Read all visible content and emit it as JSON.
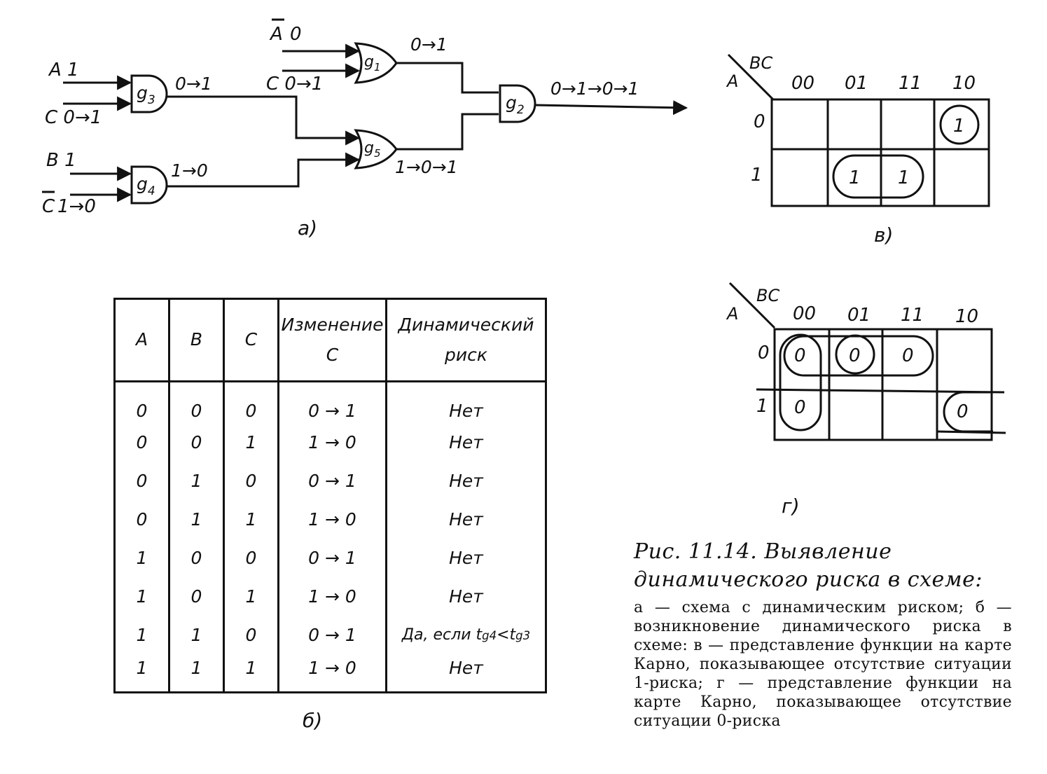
{
  "circuit": {
    "sublabel": "а)",
    "gates": [
      "g",
      "1",
      "g",
      "2",
      "g",
      "3",
      "g",
      "4",
      "g",
      "5"
    ],
    "inputs": {
      "g3_a": "A  1",
      "g3_c": "C  0→1",
      "g4_b": "B  1",
      "g4_c_bar": "C",
      "g4_c_val": "1→0",
      "g1_a_bar": "A",
      "g1_a_val": "0",
      "g1_c": "C  0→1"
    },
    "signals": {
      "g3_out": "0→1",
      "g4_out": "1→0",
      "g1_out": "0→1",
      "g5_out": "1→0→1",
      "g2_out": "0→1→0→1"
    }
  },
  "kmap_v": {
    "sublabel": "в)",
    "row_var": "A",
    "col_var": "BC",
    "col_headers": [
      "00",
      "01",
      "11",
      "10"
    ],
    "row_headers": [
      "0",
      "1"
    ],
    "cells": [
      "1",
      "1",
      "1"
    ]
  },
  "kmap_g": {
    "sublabel": "г)",
    "row_var": "A",
    "col_var": "BC",
    "col_headers": [
      "00",
      "01",
      "11",
      "10"
    ],
    "row_headers": [
      "0",
      "1"
    ],
    "cells": [
      "0",
      "0",
      "0",
      "0",
      "0"
    ]
  },
  "table": {
    "sublabel": "б)",
    "headers": [
      "A",
      "B",
      "C",
      "Изменение C",
      "Динамический риск"
    ],
    "rows": [
      [
        "0",
        "0",
        "0",
        "0 → 1",
        "Нет"
      ],
      [
        "0",
        "0",
        "1",
        "1 → 0",
        "Нет"
      ],
      [
        "0",
        "1",
        "0",
        "0 → 1",
        "Нет"
      ],
      [
        "0",
        "1",
        "1",
        "1 → 0",
        "Нет"
      ],
      [
        "1",
        "0",
        "0",
        "0 → 1",
        "Нет"
      ],
      [
        "1",
        "0",
        "1",
        "1 → 0",
        "Нет"
      ],
      [
        "1",
        "1",
        "0",
        "0 → 1",
        "Да, если t"
      ],
      [
        "1",
        "1",
        "1",
        "1 → 0",
        "Нет"
      ]
    ],
    "hazard_cond": {
      "t": "t",
      "g4": "g4",
      "lt": "<",
      "g3": "g3"
    }
  },
  "caption": {
    "title": "Рис. 11.14. Выявление динамического риска в схеме:",
    "body": "а — схема с динамическим риском; б — возникновение динамического риска в схеме: в — представление функции на карте Карно, показывающее отсутствие ситуации 1-риска; г — представление функции на карте Карно, показывающее отсутствие ситуации 0-риска"
  }
}
